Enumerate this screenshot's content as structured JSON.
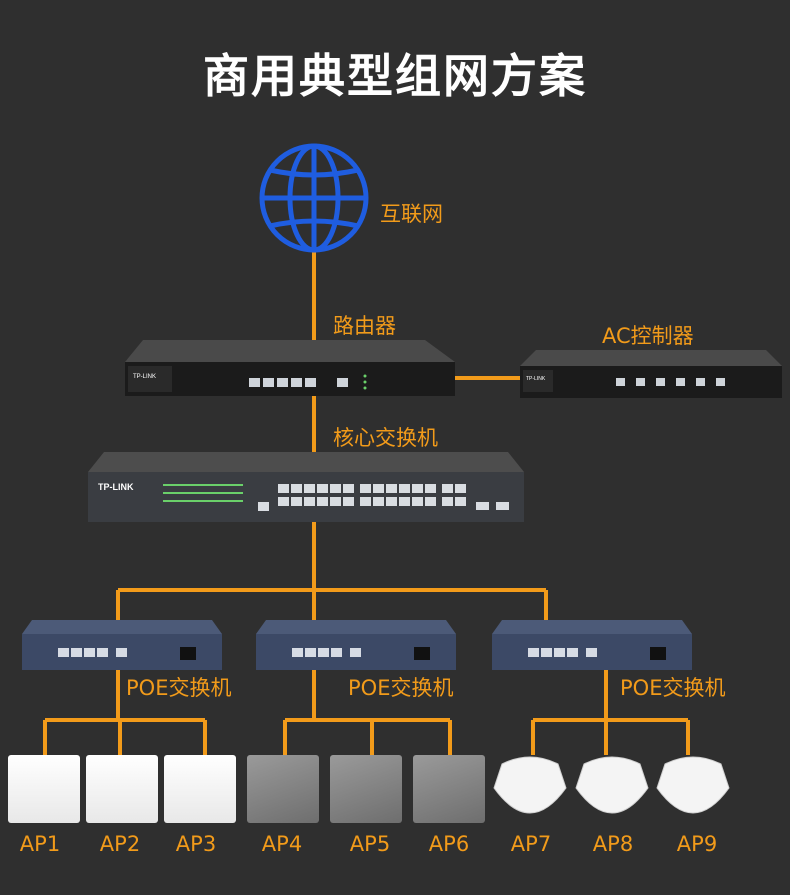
{
  "title": "商用典型组网方案",
  "labels": {
    "internet": "互联网",
    "router": "路由器",
    "ac_controller": "AC控制器",
    "core_switch": "核心交换机",
    "poe_switch": "POE交换机"
  },
  "device_brand": "TP-LINK",
  "access_points": [
    "AP1",
    "AP2",
    "AP3",
    "AP4",
    "AP5",
    "AP6",
    "AP7",
    "AP8",
    "AP9"
  ],
  "colors": {
    "background": "#2f2f2f",
    "accent": "#f29b1a",
    "globe": "#1f5de0",
    "title": "#ffffff"
  },
  "icons": {
    "internet": "globe-icon"
  }
}
